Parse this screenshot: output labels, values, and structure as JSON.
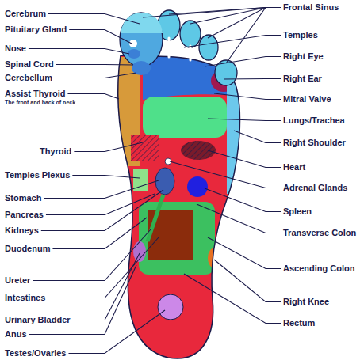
{
  "diagram": {
    "labels": [
      "Cerebrum",
      "Pituitary Gland",
      "Nose",
      "Spinal Cord",
      "Cerebellum",
      "Assist Thyroid",
      "The front and back of neck",
      "Thyroid",
      "Temples Plexus",
      "Stomach",
      "Pancreas",
      "Kidneys",
      "Duodenum",
      "Ureter",
      "Intestines",
      "Urinary Bladder",
      "Anus",
      "Testes/Ovaries",
      "Frontal Sinus",
      "Temples",
      "Right Eye",
      "Right Ear",
      "Mitral Valve",
      "Lungs/Trachea",
      "Right Shoulder",
      "Heart",
      "Adrenal Glands",
      "Spleen",
      "Transverse Colon",
      "Ascending Colon",
      "Right Knee",
      "Rectum"
    ]
  }
}
